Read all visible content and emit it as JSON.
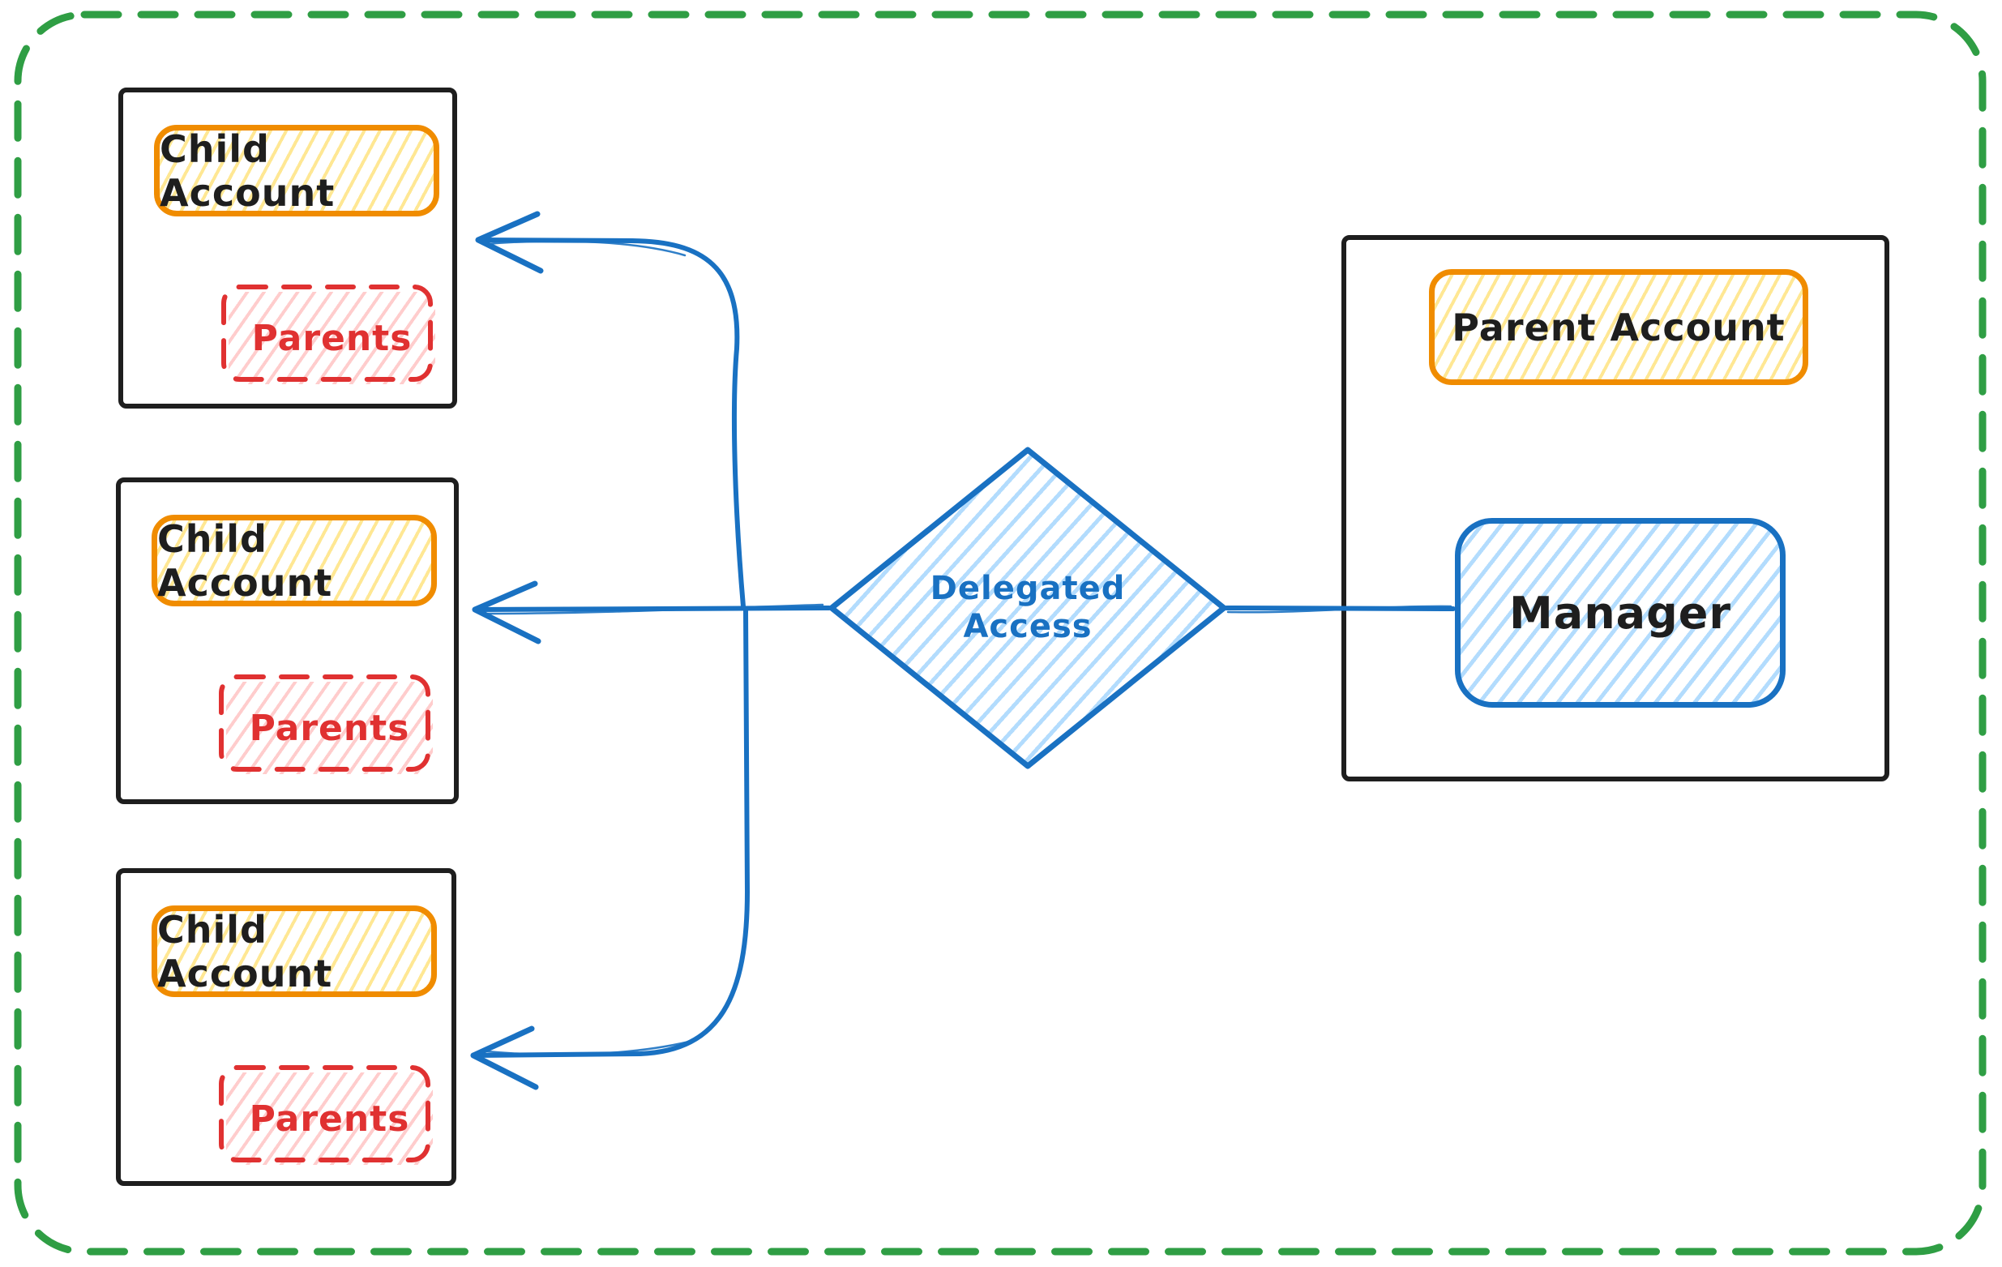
{
  "diagram": {
    "child_accounts": [
      {
        "title": "Child Account",
        "members_label": "Parents"
      },
      {
        "title": "Child Account",
        "members_label": "Parents"
      },
      {
        "title": "Child Account",
        "members_label": "Parents"
      }
    ],
    "parent_account": {
      "title": "Parent Account",
      "manager_label": "Manager"
    },
    "delegated_access": {
      "full_label": "Delegated Access",
      "line1": "Delegated",
      "line2": "Access"
    },
    "colors": {
      "frame_green": "#2f9e44",
      "stroke_black": "#1e1e1e",
      "accent_orange": "#f08c00",
      "hatch_yellow": "#ffd43b",
      "accent_red": "#e03131",
      "hatch_pink": "#ff8787",
      "accent_blue": "#1971c2",
      "hatch_light_blue": "#74c0fc",
      "background": "#ffffff"
    }
  }
}
